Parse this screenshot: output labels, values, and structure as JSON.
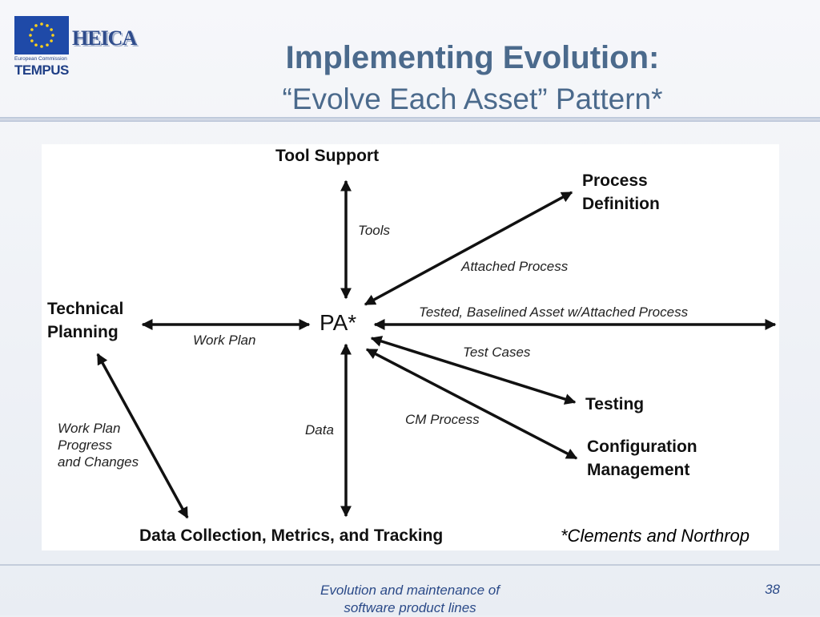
{
  "header": {
    "logo_caption": "European Commission",
    "logo_name": "TEMPUS",
    "partner_logo": "HEICA",
    "title": "Implementing Evolution:",
    "subtitle": "“Evolve Each Asset” Pattern*"
  },
  "diagram": {
    "center": "PA*",
    "nodes": {
      "tool_support": "Tool Support",
      "process_definition": "Process\nDefinition",
      "technical_planning": "Technical\nPlanning",
      "testing": "Testing",
      "configuration_management": "Configuration\nManagement",
      "data_collection": "Data Collection, Metrics, and Tracking"
    },
    "edges": {
      "tools": "Tools",
      "attached_process": "Attached Process",
      "work_plan": "Work Plan",
      "tested_asset": "Tested, Baselined Asset w/Attached Process",
      "test_cases": "Test Cases",
      "cm_process": "CM Process",
      "data": "Data",
      "work_plan_progress": "Work Plan\nProgress\nand Changes"
    },
    "citation": "*Clements and Northrop"
  },
  "footer": {
    "course": "Evolution and maintenance of\nsoftware product lines",
    "page": "38"
  }
}
